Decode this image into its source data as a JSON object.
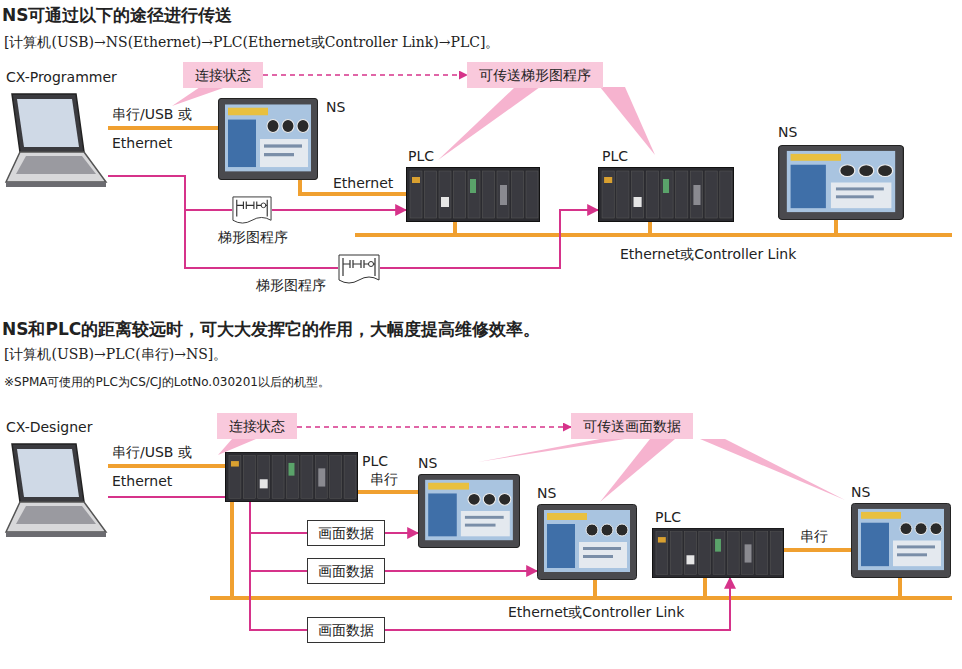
{
  "diagram": {
    "nodes": [
      {
        "text": [
          "CX-Programmer"
        ]
      },
      {
        "text": [
          "连接状态"
        ]
      },
      {
        "text": [
          "可传送梯形图程序"
        ]
      },
      {
        "text": [
          "NS"
        ]
      },
      {
        "text": [
          "PLC"
        ]
      },
      {
        "text": [
          "PLC"
        ]
      },
      {
        "text": [
          "NS"
        ]
      },
      {
        "text": [
          "梯形图程序"
        ]
      },
      {
        "text": [
          "梯形图程序"
        ]
      },
      {
        "text": [
          "CX-Designer"
        ]
      },
      {
        "text": [
          "连接状态"
        ]
      },
      {
        "text": [
          "可传送画面数据"
        ]
      },
      {
        "text": [
          "PLC"
        ]
      },
      {
        "text": [
          "NS"
        ]
      },
      {
        "text": [
          "NS"
        ]
      },
      {
        "text": [
          "PLC"
        ]
      },
      {
        "text": [
          "NS"
        ]
      },
      {
        "text": [
          "画面数据"
        ]
      },
      {
        "text": [
          "画面数据"
        ]
      },
      {
        "text": [
          "画面数据"
        ]
      }
    ],
    "edges": [
      {
        "from": 0,
        "to": 3,
        "label": "串行/USB 或Ethernet",
        "arrow": "none"
      },
      {
        "from": 3,
        "to": 4,
        "label": "Ethernet",
        "arrow": "none"
      },
      {
        "from": 0,
        "to": 7,
        "arrow": "none"
      },
      {
        "from": 7,
        "to": 4,
        "arrow": "to"
      },
      {
        "from": 0,
        "to": 8,
        "arrow": "none"
      },
      {
        "from": 8,
        "to": 5,
        "arrow": "to"
      },
      {
        "from": 1,
        "to": 2,
        "arrow": "to"
      },
      {
        "from": 9,
        "to": 12,
        "label": "串行/USB 或Ethernet",
        "arrow": "none"
      },
      {
        "from": 12,
        "to": 13,
        "label": "串行",
        "arrow": "none"
      },
      {
        "from": 10,
        "to": 11,
        "arrow": "to"
      },
      {
        "from": 9,
        "to": 17,
        "arrow": "none"
      },
      {
        "from": 17,
        "to": 13,
        "arrow": "to"
      },
      {
        "from": 9,
        "to": 18,
        "arrow": "none"
      },
      {
        "from": 18,
        "to": 14,
        "arrow": "to"
      },
      {
        "from": 9,
        "to": 19,
        "arrow": "none"
      },
      {
        "from": 19,
        "to": 15,
        "arrow": "to"
      },
      {
        "from": 15,
        "to": 16,
        "label": "串行",
        "arrow": "none"
      }
    ],
    "labels": [
      "NS可通过以下的途径进行传送",
      "[计算机(USB)→NS(Ethernet)→PLC(Ethernet或Controller Link)→PLC]。",
      "Ethernet或Controller Link",
      "NS和PLC的距离较远时，可大大发挥它的作用，大幅度提高维修效率。",
      "[计算机(USB)→PLC(串行)→NS]。",
      "※SPMA可使用的PLC为CS/CJ的LotNo.030201以后的机型。",
      "Ethernet或Controller Link"
    ]
  }
}
